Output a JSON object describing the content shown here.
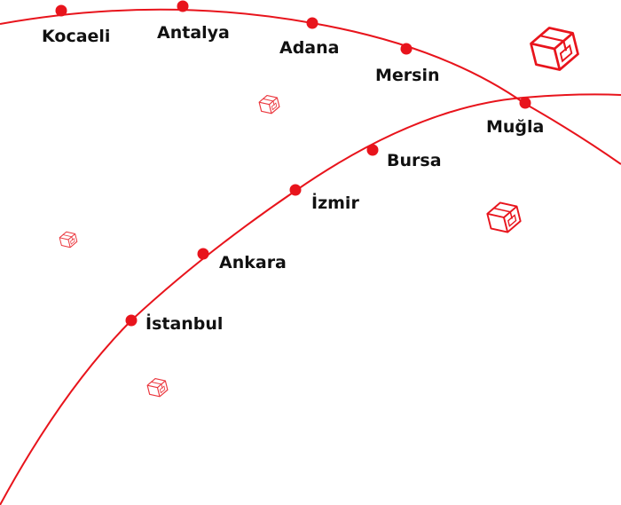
{
  "colors": {
    "accent": "#e8141c",
    "label": "#111111",
    "background": "#ffffff"
  },
  "route_outer": {
    "cities": [
      {
        "name": "Kocaeli"
      },
      {
        "name": "Antalya"
      },
      {
        "name": "Adana"
      },
      {
        "name": "Mersin"
      },
      {
        "name": "Muğla"
      }
    ]
  },
  "route_inner": {
    "cities": [
      {
        "name": "İstanbul"
      },
      {
        "name": "Ankara"
      },
      {
        "name": "İzmir"
      },
      {
        "name": "Bursa"
      }
    ]
  },
  "icons": [
    {
      "name": "package-box-icon"
    },
    {
      "name": "package-box-icon"
    },
    {
      "name": "package-box-icon"
    },
    {
      "name": "package-box-icon"
    },
    {
      "name": "package-box-icon"
    }
  ]
}
